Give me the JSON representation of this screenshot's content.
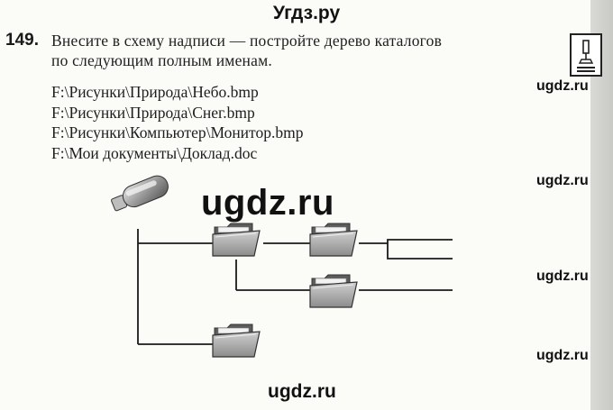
{
  "header": {
    "site_title": "Угдз.ру"
  },
  "task": {
    "number": "149.",
    "text_line1": "Внесите в схему надписи — постройте дерево каталогов",
    "text_line2": "по следующим полным именам.",
    "paths": [
      "F:\\Рисунки\\Природа\\Небо.bmp",
      "F:\\Рисунки\\Природа\\Снег.bmp",
      "F:\\Рисунки\\Компьютер\\Монитор.bmp",
      "F:\\Мои документы\\Доклад.doc"
    ]
  },
  "watermarks": {
    "top_right": "ugdz.ru",
    "mid_right": "ugdz.ru",
    "center": "ugdz.ru",
    "lower_right": "ugdz.ru",
    "bottom_right": "ugdz.ru",
    "footer": "ugdz.ru"
  },
  "icons": {
    "badge": "computer-task-icon",
    "drive": "usb-flash-drive-icon",
    "folder": "folder-icon"
  },
  "colors": {
    "folder_body": "#a9a9a9",
    "folder_dark": "#5a5a5a",
    "line": "#1a1a1a",
    "side_strip": "#cfcfcc"
  }
}
